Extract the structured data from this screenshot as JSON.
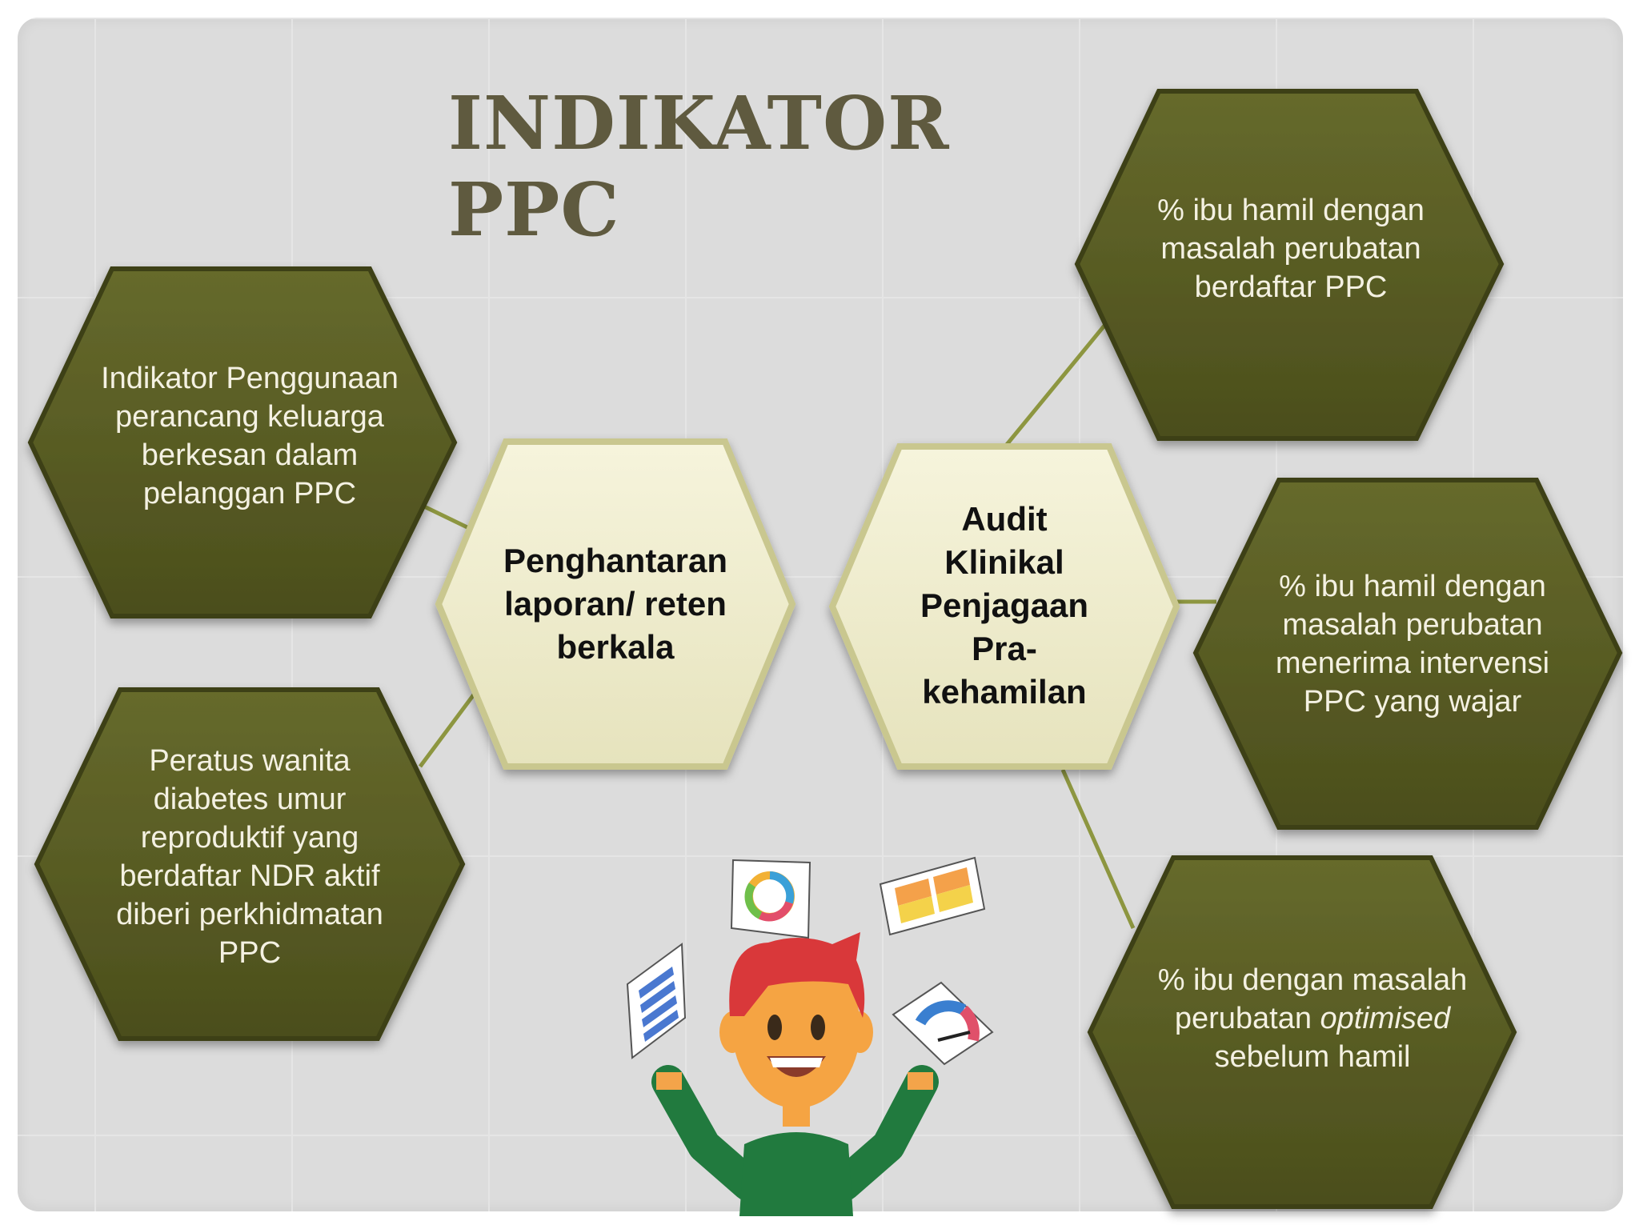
{
  "title": "INDIKATOR PPC",
  "colors": {
    "dark_hex": "#575a23",
    "light_hex": "#eeeccb",
    "connector": "#8d9640",
    "title": "#5f5a3f"
  },
  "center_nodes": {
    "left": "Penghantaran laporan/ reten berkala",
    "right": "Audit Klinikal Penjagaan Pra-kehamilan"
  },
  "left_nodes": {
    "top": "Indikator Penggunaan perancang keluarga berkesan dalam pelanggan PPC",
    "bottom": "Peratus wanita diabetes umur reproduktif yang berdaftar NDR aktif diberi perkhidmatan PPC"
  },
  "right_nodes": {
    "top": "% ibu hamil dengan masalah perubatan berdaftar PPC",
    "middle": "% ibu hamil dengan masalah perubatan menerima intervensi PPC yang wajar",
    "bottom_prefix": "% ibu dengan masalah perubatan ",
    "bottom_emphasis": "optimised",
    "bottom_suffix": " sebelum hamil"
  },
  "illustration": {
    "icons": [
      "donut-chart-card",
      "bar-chart-card",
      "document-card",
      "gauge-card"
    ]
  }
}
